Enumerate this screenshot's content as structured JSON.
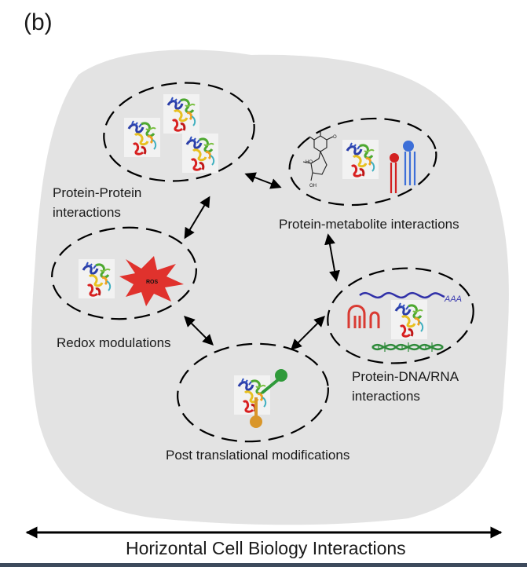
{
  "figure": {
    "panel_label": "(b)",
    "caption": "Horizontal Cell Biology Interactions",
    "ros_label": "ROS",
    "polyA_label": "AAA",
    "nodes": {
      "protein_protein": {
        "line1": "Protein-Protein",
        "line2": "interactions"
      },
      "protein_metabolite": {
        "line1": "Protein-metabolite interactions"
      },
      "redox": {
        "line1": "Redox modulations"
      },
      "protein_dna_rna": {
        "line1": "Protein-DNA/RNA",
        "line2": "interactions"
      },
      "ptm": {
        "line1": "Post translational modifications"
      }
    }
  },
  "colors": {
    "cell_fill": "#e3e3e3",
    "ros_red": "#e0322d",
    "rna_red": "#d93a32",
    "lipid_blue": "#3d6fd8",
    "mrna_blue": "#3030a8",
    "dna_green": "#2e8a3a",
    "ptm_green": "#2f9a3a",
    "ptm_orange": "#d9962a"
  }
}
